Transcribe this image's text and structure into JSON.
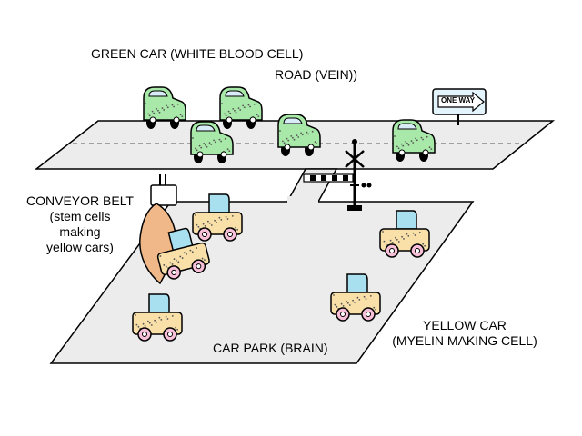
{
  "labels": {
    "green_car": "GREEN CAR (WHITE BLOOD CELL)",
    "road": "ROAD (VEIN))",
    "sign": "ONE WAY",
    "conveyor_line1": "CONVEYOR BELT",
    "conveyor_line2": "(stem cells",
    "conveyor_line3": "making",
    "conveyor_line4": "yellow cars)",
    "car_park": "CAR PARK (BRAIN)",
    "yellow_car_line1": "YELLOW CAR",
    "yellow_car_line2": "(MYELIN MAKING CELL)"
  },
  "colors": {
    "road": "#ececec",
    "green_car": "#a8e8a8",
    "green_window": "#d8ecf8",
    "yellow_car": "#f8e0a8",
    "yellow_window": "#a8e0f0",
    "yellow_wheel": "#f8c0d8",
    "conveyor": "#f0b888",
    "tire": "#000000"
  },
  "icons": [
    "one-way-sign",
    "railway-crossing-icon",
    "conveyor-machine-icon"
  ]
}
